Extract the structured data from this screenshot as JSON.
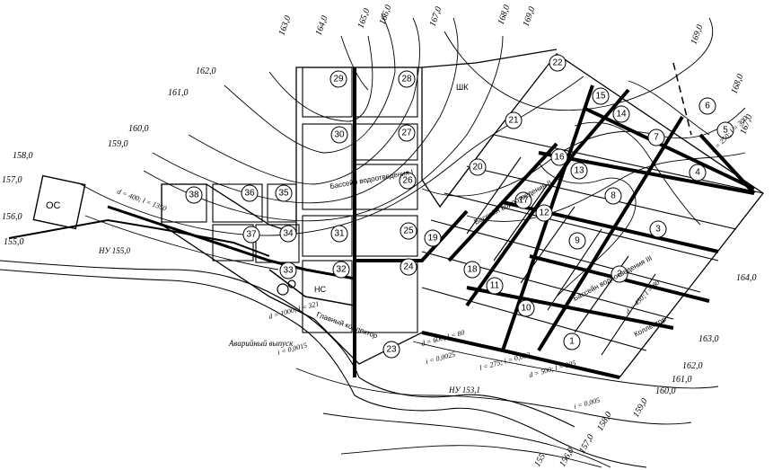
{
  "contour_labels": [
    "157,0",
    "158,0",
    "159,0",
    "160,0",
    "161,0",
    "162,0",
    "163,0",
    "164,0",
    "165,0",
    "166,0",
    "167,0",
    "168,0",
    "169,0",
    "155,0",
    "156,0"
  ],
  "right_labels": [
    "169,0",
    "168,0",
    "167,0",
    "164,0",
    "163,0",
    "162,0",
    "161,0",
    "160,0",
    "159,0",
    "158,0",
    "157,0",
    "156,0",
    "155"
  ],
  "blocks": [
    "1",
    "2",
    "3",
    "4",
    "5",
    "6",
    "7",
    "8",
    "9",
    "10",
    "11",
    "12",
    "13",
    "14",
    "15",
    "16",
    "17",
    "18",
    "19",
    "20",
    "21",
    "22",
    "23",
    "24",
    "25",
    "26",
    "27",
    "28",
    "29",
    "30",
    "31",
    "32",
    "33",
    "34",
    "35",
    "36",
    "37",
    "38"
  ],
  "texts": {
    "oc": "ОС",
    "nc": "НС",
    "school": "ШК",
    "hv_top": "НУ 155,0",
    "hv_bottom": "НУ 153,1",
    "outlet": "Аварийный выпуск",
    "basin1": "Бассейн водоотведения I",
    "basin2": "Бассейн водоотведения II",
    "basin3": "Бассейн водоотведения III",
    "collector_main": "Главный коллектор",
    "collector": "Коллектор",
    "pipe1": "d = 400; l = 1350",
    "pipe2": "d = 1000; l = 321",
    "pipe3": "i = 0,0015",
    "pipe4": "d = 600; l = 80",
    "pipe5": "i = 0,0025",
    "pipe6": "l = 275; i = 0,002",
    "pipe7": "d = 500; l = 305",
    "pipe8": "i = 0,005",
    "pipe9": "d = 450; l = 80",
    "pipe10": "d = 250; l = 300"
  }
}
